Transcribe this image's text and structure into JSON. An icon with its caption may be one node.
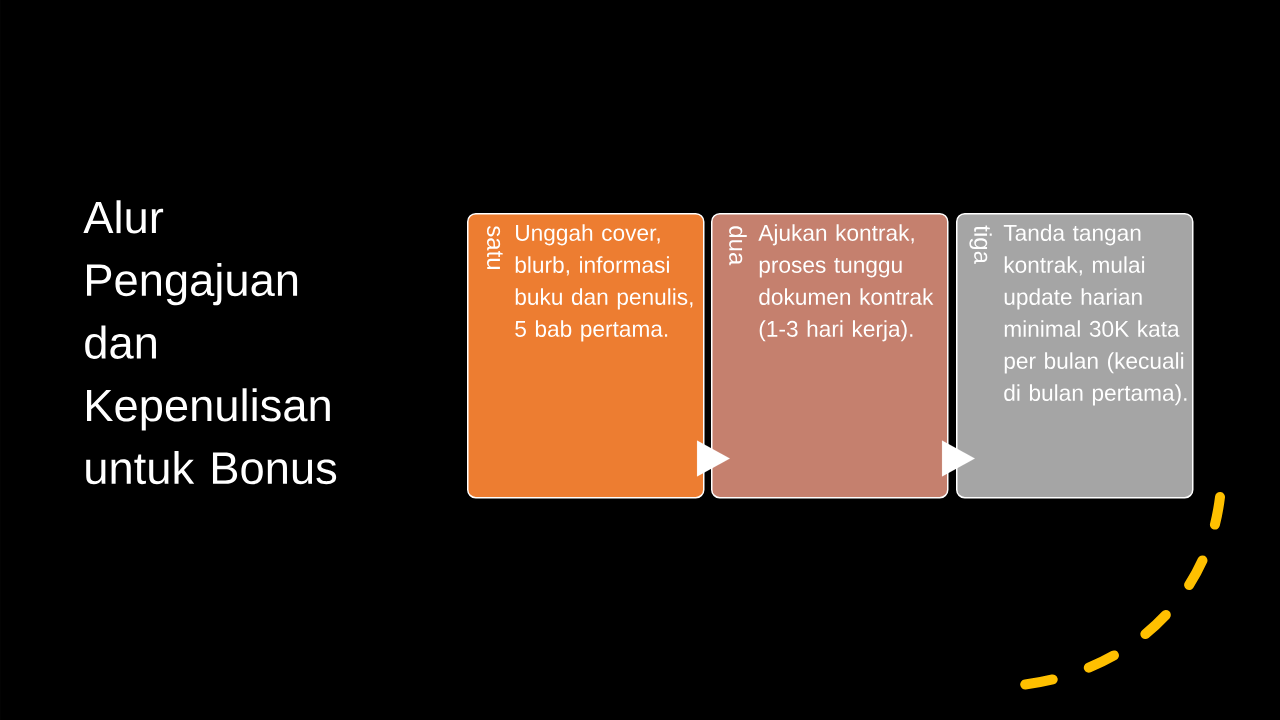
{
  "diagram": {
    "title": "Alur Pengajuan dan Kepenulisan untuk Bonus",
    "nodes": [
      {
        "text": [
          "satu",
          "Unggah cover, blurb, informasi buku dan penulis, 5 bab pertama."
        ]
      },
      {
        "text": [
          "dua",
          "Ajukan kontrak, proses tunggu dokumen kontrak (1-3 hari kerja)."
        ]
      },
      {
        "text": [
          "tiga",
          "Tanda tangan kontrak, mulai update harian minimal 30K kata per bulan (kecuali di bulan pertama)."
        ]
      }
    ],
    "edges": [
      {
        "from": 0,
        "to": 1,
        "arrow": "to"
      },
      {
        "from": 1,
        "to": 2,
        "arrow": "to"
      }
    ]
  }
}
